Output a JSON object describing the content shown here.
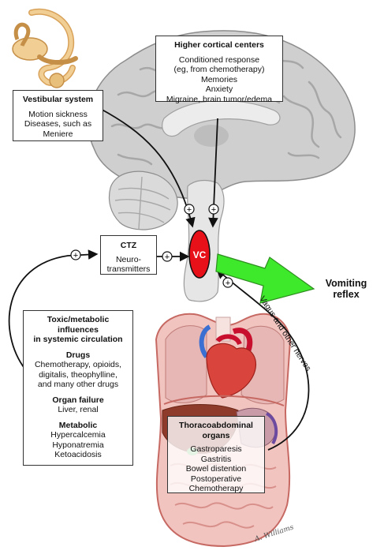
{
  "higher_cortical": {
    "title": "Higher cortical centers",
    "lines": [
      "Conditioned response",
      "(eg, from chemotherapy)",
      "Memories",
      "Anxiety",
      "Migraine, brain tumor/edema"
    ]
  },
  "vestibular": {
    "title": "Vestibular system",
    "lines": [
      "Motion sickness",
      "Diseases, such as",
      "Meniere"
    ]
  },
  "ctz": {
    "title": "CTZ",
    "lines": [
      "Neuro-",
      "transmitters"
    ]
  },
  "vc_label": "VC",
  "outcome": {
    "line1": "Vomiting",
    "line2": "reflex"
  },
  "vagus_label": "Vagus and other nerves",
  "toxic": {
    "title_lines": [
      "Toxic/metabolic",
      "influences",
      "in systemic circulation"
    ],
    "drugs": {
      "title": "Drugs",
      "lines": [
        "Chemotherapy, opioids,",
        "digitalis, theophylline,",
        "and many other drugs"
      ]
    },
    "organ_failure": {
      "title": "Organ failure",
      "lines": [
        "Liver, renal"
      ]
    },
    "metabolic": {
      "title": "Metabolic",
      "lines": [
        "Hypercalcemia",
        "Hyponatremia",
        "Ketoacidosis"
      ]
    }
  },
  "thoracoabdominal": {
    "title_lines": [
      "Thoracoabdominal",
      "organs"
    ],
    "lines": [
      "Gastroparesis",
      "Gastritis",
      "Bowel distention",
      "Postoperative",
      "Chemotherapy"
    ]
  },
  "plus_symbol": "+",
  "artist_signature": "A. Williams",
  "colors": {
    "vc_red": "#e8111a",
    "arrow_green": "#3ee82a",
    "brain_gray": "#c9c9c9",
    "body_pink": "#e9a9a6",
    "ear_tan": "#e9bf7c"
  }
}
